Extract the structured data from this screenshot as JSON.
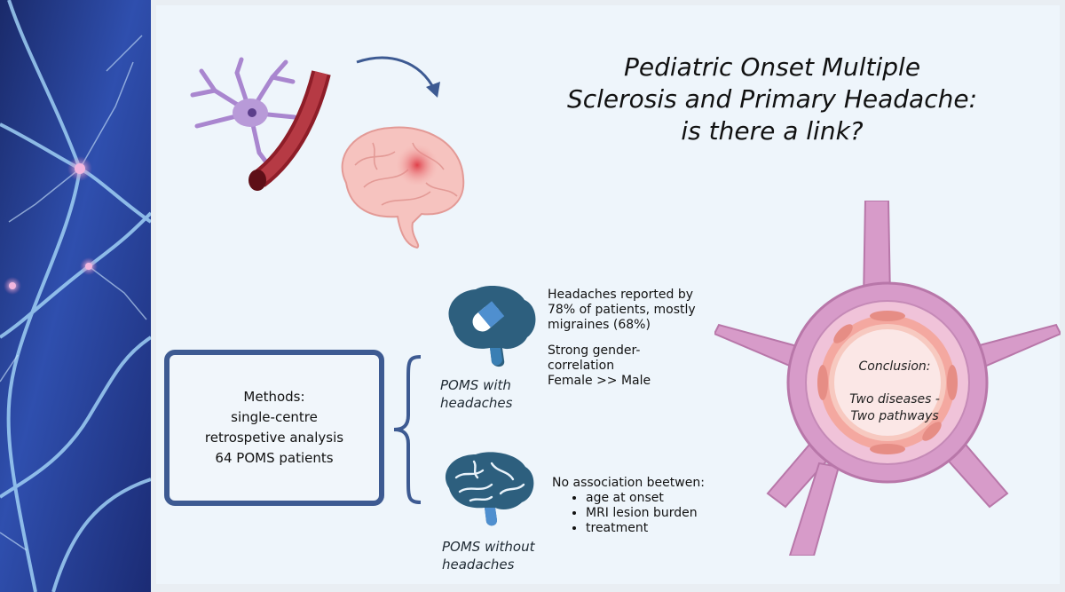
{
  "title": {
    "line1": "Pediatric Onset Multiple",
    "line2": "Sclerosis and Primary Headache:",
    "line3": "is there a link?"
  },
  "methods": {
    "line1": "Methods:",
    "line2": "single-centre",
    "line3": "retrospetive analysis",
    "line4": "64 POMS patients"
  },
  "groups": {
    "with_headaches": {
      "line1": "POMS with",
      "line2": "headaches"
    },
    "without_headaches": {
      "line1": "POMS without",
      "line2": "headaches"
    }
  },
  "findings_with": {
    "para1": [
      "Headaches reported by",
      "78% of patients, mostly",
      "migraines (68%)"
    ],
    "para2": [
      "Strong gender-",
      "correlation",
      "Female >> Male"
    ]
  },
  "findings_without": {
    "heading": "No association beetwen:",
    "items": [
      "age at onset",
      "MRI lesion burden",
      "treatment"
    ]
  },
  "conclusion": {
    "heading": "Conclusion:",
    "line1": "Two diseases -",
    "line2": "Two pathways"
  },
  "colors": {
    "methods_border": "#3d5a92",
    "brain_dark": "#2d5f7e",
    "brain_accent": "#4f8fcf",
    "vessel_pink": "#d79bc9",
    "vessel_inner": "#f7c9c0"
  }
}
